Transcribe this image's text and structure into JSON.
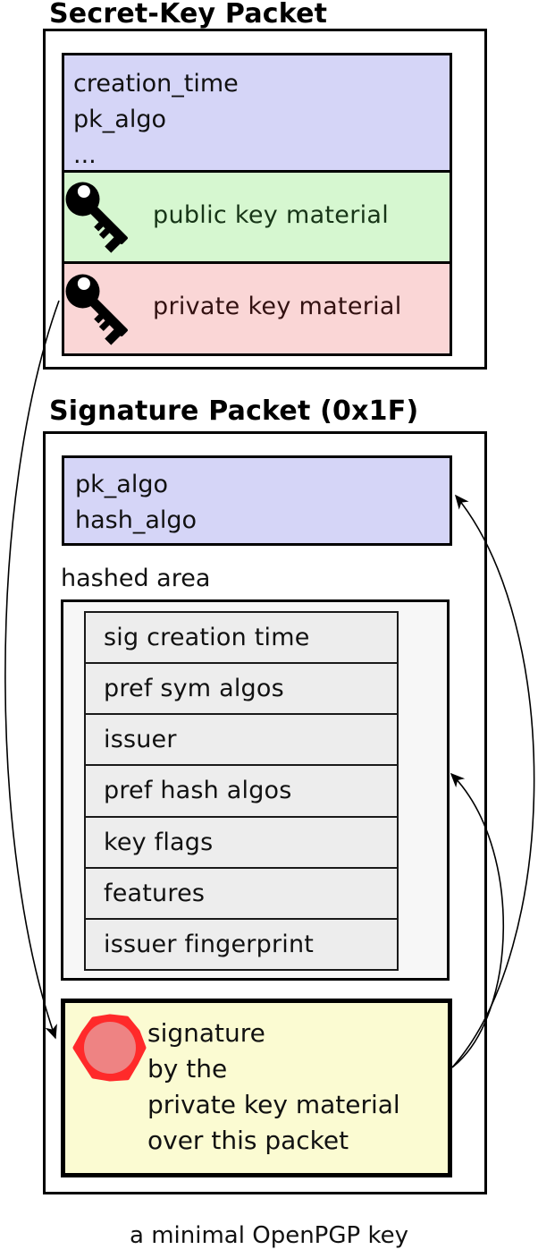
{
  "diagram": {
    "caption": "a minimal OpenPGP key"
  },
  "secret_key_packet": {
    "title": "Secret-Key Packet",
    "header_fields": [
      "creation_time",
      "pk_algo",
      "..."
    ],
    "public_key_label": "public key material",
    "private_key_label": "private key material",
    "public_key_icon": "key-icon",
    "private_key_icon": "key-icon"
  },
  "signature_packet": {
    "title": "Signature Packet (0x1F)",
    "header_fields": [
      "pk_algo",
      "hash_algo"
    ],
    "hashed_area_label": "hashed area",
    "subpackets": [
      "sig creation time",
      "pref sym algos",
      "issuer",
      "pref hash algos",
      "key flags",
      "features",
      "issuer fingerprint"
    ],
    "signature_lines": [
      "signature",
      "by the",
      "private key material",
      "over this packet"
    ],
    "seal_icon": "seal-icon"
  },
  "arrows": [
    "private-key-material-to-signature",
    "signature-to-header-fields",
    "signature-to-hashed-area"
  ],
  "colors": {
    "field_header_bg": "#d5d5f7",
    "public_key_bg": "#d6f7d0",
    "private_key_bg": "#fad6d6",
    "signature_bg": "#fbfbd2",
    "hashed_area_bg": "#f7f7f7",
    "subpacket_row_bg": "#ededed",
    "public_key_text": "#173517",
    "private_key_text": "#321111",
    "seal_ring": "#ff2a2a",
    "seal_fill": "#ee8383",
    "line_color": "#000000"
  }
}
